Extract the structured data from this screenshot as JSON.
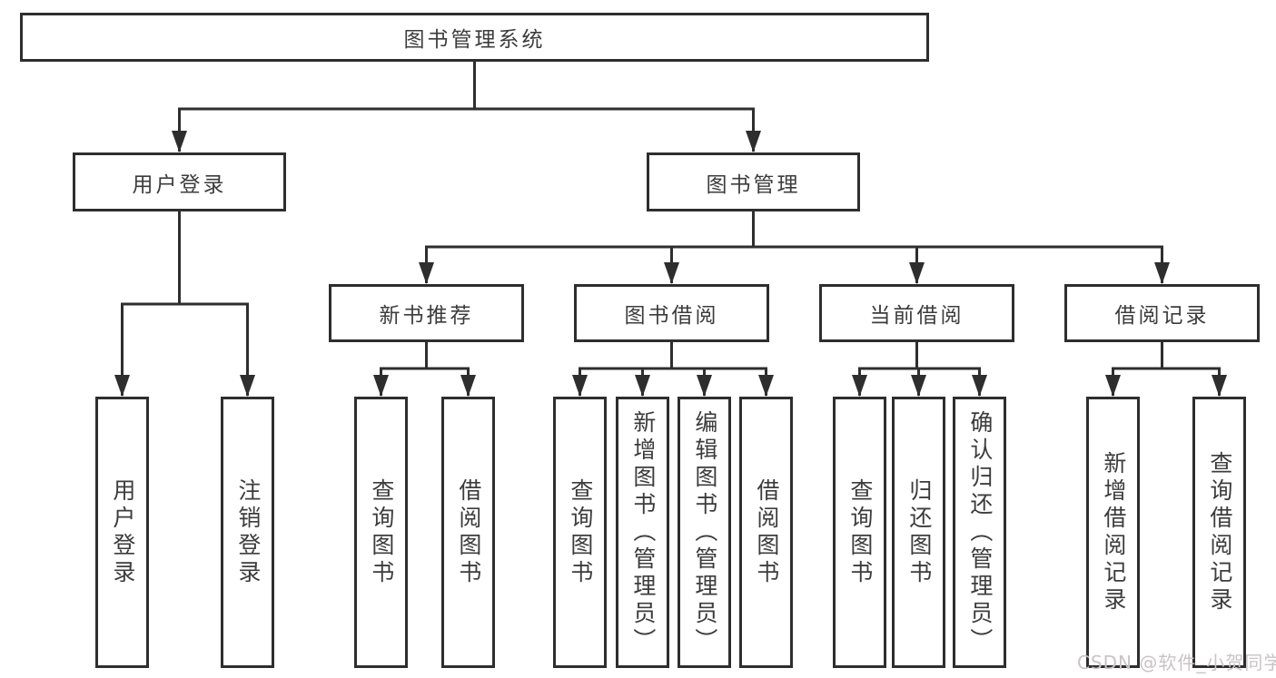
{
  "colors": {
    "line": "#2e2e2e",
    "box_border": "#2e2e2e",
    "text": "#3c3c3c",
    "watermark": "#c9c3c5",
    "background": "#ffffff"
  },
  "tree": {
    "root": {
      "label": "图书管理系统"
    },
    "level2": [
      {
        "label": "用户登录"
      },
      {
        "label": "图书管理"
      }
    ],
    "level3": [
      {
        "label": "新书推荐"
      },
      {
        "label": "图书借阅"
      },
      {
        "label": "当前借阅"
      },
      {
        "label": "借阅记录"
      }
    ],
    "leaves": {
      "user_login_group": [
        {
          "label": "用户登录"
        },
        {
          "label": "注销登录"
        }
      ],
      "new_book_group": [
        {
          "label": "查询图书"
        },
        {
          "label": "借阅图书"
        }
      ],
      "book_borrow_group": [
        {
          "label": "查询图书"
        },
        {
          "label": "新增图书（管理员）"
        },
        {
          "label": "编辑图书（管理员）"
        },
        {
          "label": "借阅图书"
        }
      ],
      "current_borrow_group": [
        {
          "label": "查询图书"
        },
        {
          "label": "归还图书"
        },
        {
          "label": "确认归还（管理员）"
        }
      ],
      "borrow_record_group": [
        {
          "label": "新增借阅记录"
        },
        {
          "label": "查询借阅记录"
        }
      ]
    }
  },
  "watermark": {
    "text": "CSDN @软件_小贺同学"
  }
}
